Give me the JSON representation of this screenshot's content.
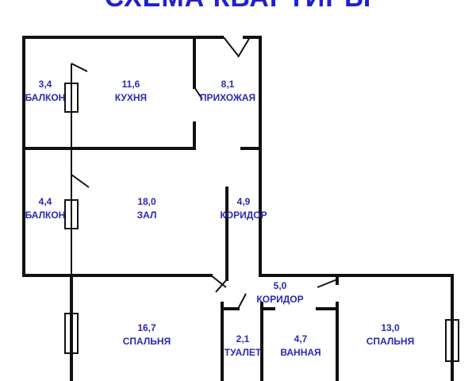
{
  "title": "СХЕМА КВАРТИРЫ",
  "rooms": [
    {
      "area": "3,4",
      "name": "БАЛКОН"
    },
    {
      "area": "11,6",
      "name": "КУХНЯ"
    },
    {
      "area": "8,1",
      "name": "ПРИХОЖАЯ"
    },
    {
      "area": "4,4",
      "name": "БАЛКОН"
    },
    {
      "area": "18,0",
      "name": "ЗАЛ"
    },
    {
      "area": "4,9",
      "name": "КОРИДОР"
    },
    {
      "area": "5,0",
      "name": "КОРИДОР"
    },
    {
      "area": "16,7",
      "name": "СПАЛЬНЯ"
    },
    {
      "area": "2,1",
      "name": "ТУАЛЕТ"
    },
    {
      "area": "4,7",
      "name": "ВАННАЯ"
    },
    {
      "area": "13,0",
      "name": "СПАЛЬНЯ"
    }
  ]
}
